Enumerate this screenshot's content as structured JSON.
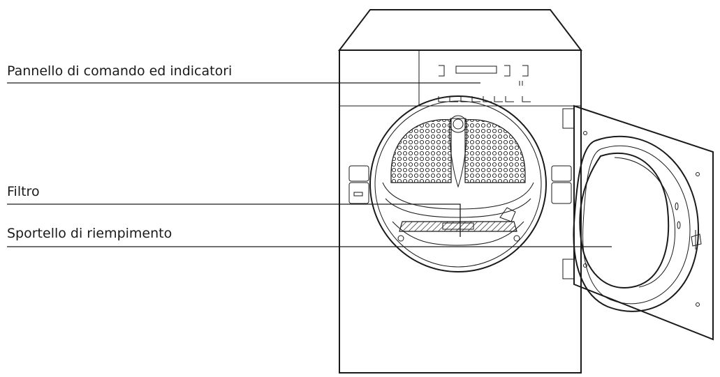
{
  "labels": {
    "control_panel": "Pannello di comando ed indicatori",
    "filter": "Filtro",
    "door": "Sportello di riempimento"
  },
  "colors": {
    "ink": "#1a1a1a",
    "paper": "#ffffff"
  }
}
